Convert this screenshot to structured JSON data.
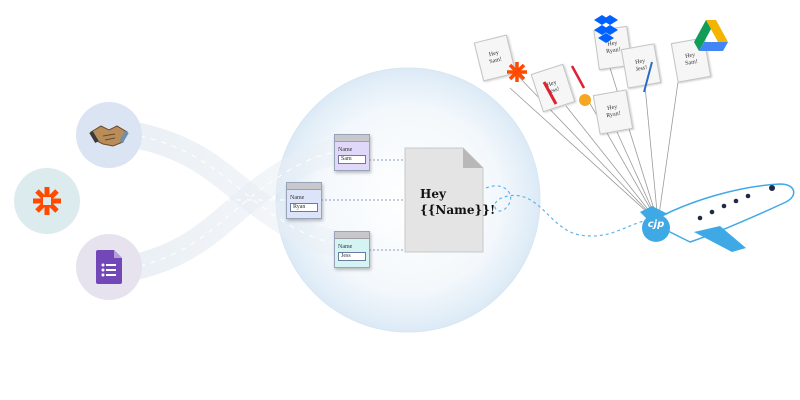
{
  "sources": [
    {
      "id": "handshake",
      "icon": "handshake-icon",
      "bg": "#dbe4f3"
    },
    {
      "id": "zapier",
      "icon": "zapier-asterisk-icon",
      "bg": "#dcecee",
      "color": "#ff4a00"
    },
    {
      "id": "google-forms",
      "icon": "google-forms-icon",
      "bg": "#e6e2ee",
      "color": "#7248b9"
    }
  ],
  "forms": [
    {
      "label": "Name",
      "value": "Sam",
      "bg": "#e0d8f8"
    },
    {
      "label": "Name",
      "value": "Ryan",
      "bg": "#dbe4f8"
    },
    {
      "label": "Name",
      "value": "Jess",
      "bg": "#d4f4f4"
    }
  ],
  "template": {
    "line1": "Hey",
    "line2": "{{Name}}!"
  },
  "outputs": [
    {
      "text": "Hey\nSam!"
    },
    {
      "text": "Hey\nJess!"
    },
    {
      "text": "Hey\nRyan!"
    },
    {
      "text": "Hey\nRyan!"
    },
    {
      "text": "Hey\nJess!"
    },
    {
      "text": "Hey\nSam!"
    }
  ],
  "plane": {
    "logo": "cjp",
    "color": "#3fa9e6"
  },
  "colors": {
    "accent": "#3fa9e6",
    "zapier": "#ff4a00",
    "dropbox": "#0061fe"
  }
}
